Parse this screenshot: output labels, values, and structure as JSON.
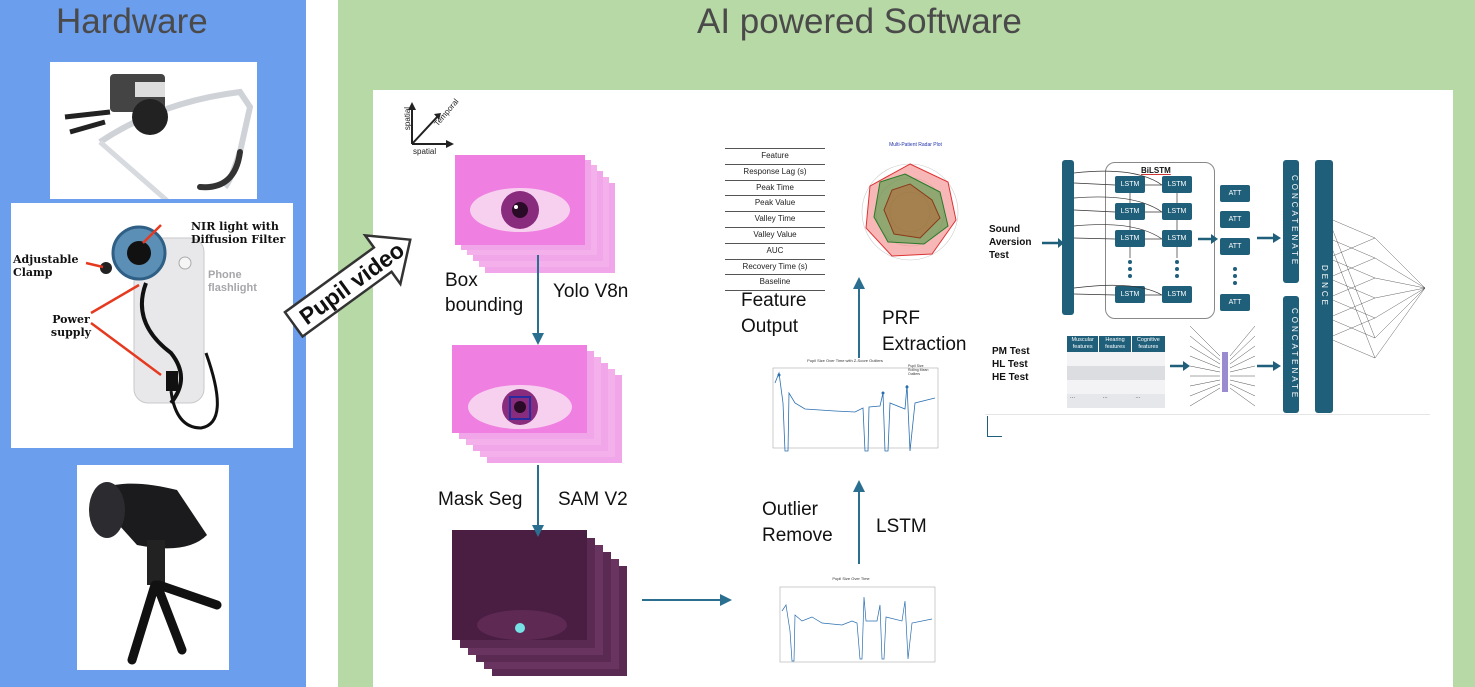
{
  "hardware": {
    "title": "Hardware",
    "labels": {
      "nir": "NIR light with Diffusion Filter",
      "clamp": "Adjustable Clamp",
      "flashlight": "Phone flashlight",
      "power": "Power supply"
    }
  },
  "software": {
    "title": "AI powered Software"
  },
  "arrow_label": "Pupil video",
  "axes": {
    "spatial_v": "spatial",
    "spatial_h": "spatial",
    "temporal": "Temporal"
  },
  "steps": {
    "box_bounding": "Box bounding",
    "yolo": "Yolo V8n",
    "mask_seg": "Mask Seg",
    "sam": "SAM V2",
    "outlier_remove": "Outlier Remove",
    "lstm": "LSTM",
    "prf_extraction": "PRF Extraction",
    "feature_output": "Feature Output"
  },
  "feature_table": [
    "Feature",
    "Response Lag (s)",
    "Peak Time",
    "Peak Value",
    "Valley Time",
    "Valley Value",
    "AUC",
    "Recovery Time (s)",
    "Baseline"
  ],
  "radar_title": "Multi-Patient Radar Plot",
  "plot1_title": "Pupil Size Over Time",
  "plot2_title": "Pupil Size Over Time with Z-Score Outliers",
  "plot2_legend": [
    "Pupil Size",
    "Rolling Mean",
    "Outliers"
  ],
  "model": {
    "bilstm": "BiLSTM",
    "lstm_cell": "LSTM",
    "att_cell": "ATT",
    "concatenate": "CONCATENATE",
    "dence": "DENCE",
    "sound_test": "Sound Aversion Test",
    "tests": [
      "PM Test",
      "HL Test",
      "HE Test"
    ],
    "table_headers": [
      "Muscular features",
      "Hearing features",
      "Cognitive features"
    ],
    "table_ellipsis": "..."
  },
  "colors": {
    "hardware_bg": "#6b9eec",
    "software_bg": "#b7d9a6",
    "model_blue": "#1f5f7a",
    "flow_arrow": "#2a6f8f"
  }
}
